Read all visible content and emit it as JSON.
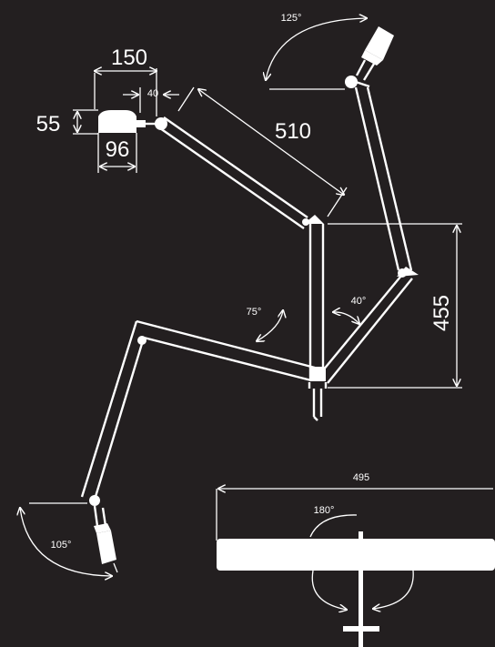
{
  "colors": {
    "background": "#231f20",
    "foreground": "#ffffff"
  },
  "dimensions": {
    "head_width": "150",
    "head_height": "55",
    "head_base": "96",
    "offset": "40",
    "upper_arm_length": "510",
    "rise": "455",
    "span": "495"
  },
  "angles": {
    "head_top_right": "125°",
    "joint_right": "40°",
    "joint_left": "75°",
    "head_bottom_left": "105°",
    "base_rotation": "180°"
  }
}
